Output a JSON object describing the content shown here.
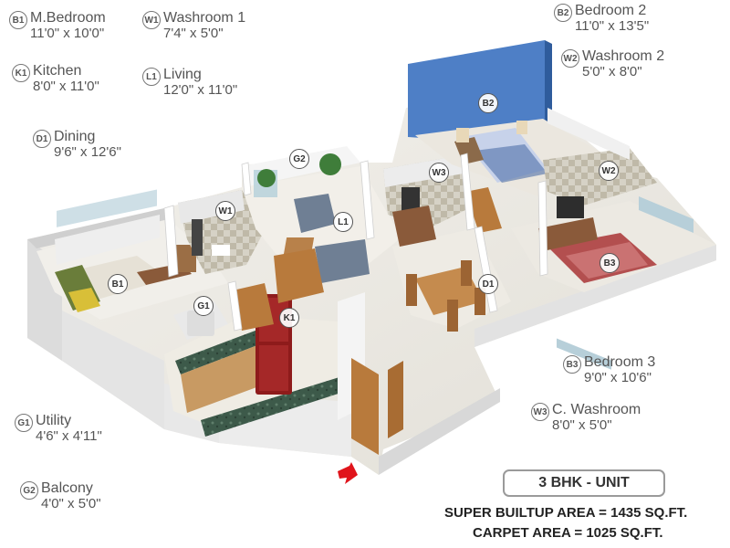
{
  "legend": [
    {
      "code": "B1",
      "name": "M.Bedroom",
      "dims": "11'0\" x 10'0\""
    },
    {
      "code": "W1",
      "name": "Washroom 1",
      "dims": "7'4\" x 5'0\""
    },
    {
      "code": "K1",
      "name": "Kitchen",
      "dims": "8'0\" x 11'0\""
    },
    {
      "code": "L1",
      "name": "Living",
      "dims": "12'0\" x 11'0\""
    },
    {
      "code": "D1",
      "name": "Dining",
      "dims": "9'6\" x 12'6\""
    },
    {
      "code": "B2",
      "name": "Bedroom 2",
      "dims": "11'0\" x 13'5\""
    },
    {
      "code": "W2",
      "name": "Washroom 2",
      "dims": "5'0\" x 8'0\""
    },
    {
      "code": "B3",
      "name": "Bedroom 3",
      "dims": "9'0\" x 10'6\""
    },
    {
      "code": "W3",
      "name": "C. Washroom",
      "dims": "8'0\" x 5'0\""
    },
    {
      "code": "G1",
      "name": "Utility",
      "dims": "4'6\" x 4'11\""
    },
    {
      "code": "G2",
      "name": "Balcony",
      "dims": "4'0\" x 5'0\""
    }
  ],
  "room_tags": [
    "B1",
    "W1",
    "G1",
    "K1",
    "L1",
    "G2",
    "W3",
    "B2",
    "W2",
    "B3",
    "D1"
  ],
  "unit": {
    "type_label": "3 BHK - UNIT",
    "super_builtup": "SUPER BUILTUP AREA = 1435 SQ.FT.",
    "carpet": "CARPET AREA = 1025 SQ.FT."
  },
  "colors": {
    "wall": "#f2f2f2",
    "floor": "#e9e6df",
    "bedroom2_accent": "#4e7fc6",
    "fridge": "#8e1b1b",
    "wood": "#b87a3c",
    "entry_arrow": "#e0141b"
  }
}
